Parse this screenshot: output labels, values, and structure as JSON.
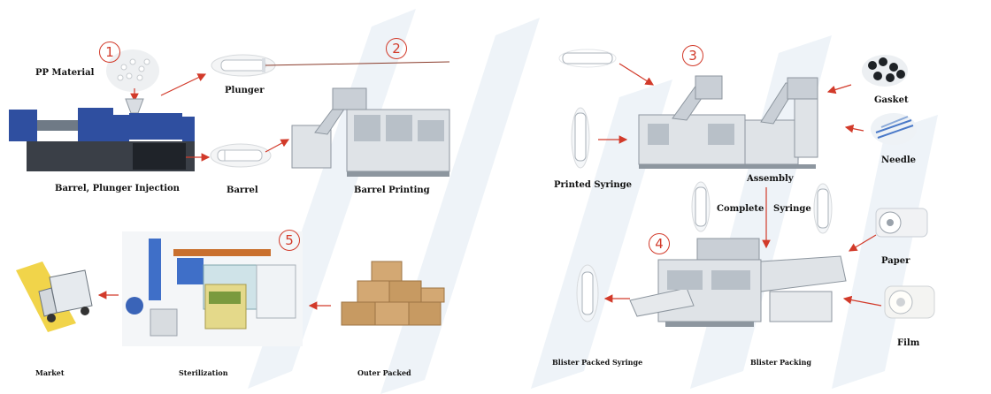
{
  "colors": {
    "arrow": "#d23a2a",
    "machine": "#c9cfd6",
    "machine_dark": "#8d969f",
    "injection_blue": "#2f4fa0",
    "box": "#c79a62",
    "watermark": "#e6eef6"
  },
  "steps": [
    {
      "number": "1"
    },
    {
      "number": "2"
    },
    {
      "number": "3"
    },
    {
      "number": "4"
    },
    {
      "number": "5"
    }
  ],
  "labels": {
    "pp_material": "PP Material",
    "plunger": "Plunger",
    "barrel": "Barrel",
    "injection": "Barrel, Plunger Injection",
    "barrel_printing": "Barrel Printing",
    "printed_syringe": "Printed Syringe",
    "assembly": "Assembly",
    "gasket": "Gasket",
    "needle": "Needle",
    "complete": "Complete",
    "syringe": "Syringe",
    "paper": "Paper",
    "film": "Film",
    "blister_packed_syringe": "Blister Packed Syringe",
    "blister_packing": "Blister Packing",
    "market": "Market",
    "sterilization": "Sterilization",
    "outer_packed": "Outer Packed"
  },
  "icons": [
    "pp-pellets-icon",
    "injection-machine-icon",
    "plunger-icon",
    "barrel-icon",
    "printing-machine-icon",
    "syringe-icon",
    "assembly-machine-icon",
    "gasket-icon",
    "needle-icon",
    "blister-machine-icon",
    "paper-roll-icon",
    "film-roll-icon",
    "cartons-icon",
    "sterilizer-icon",
    "truck-icon"
  ]
}
